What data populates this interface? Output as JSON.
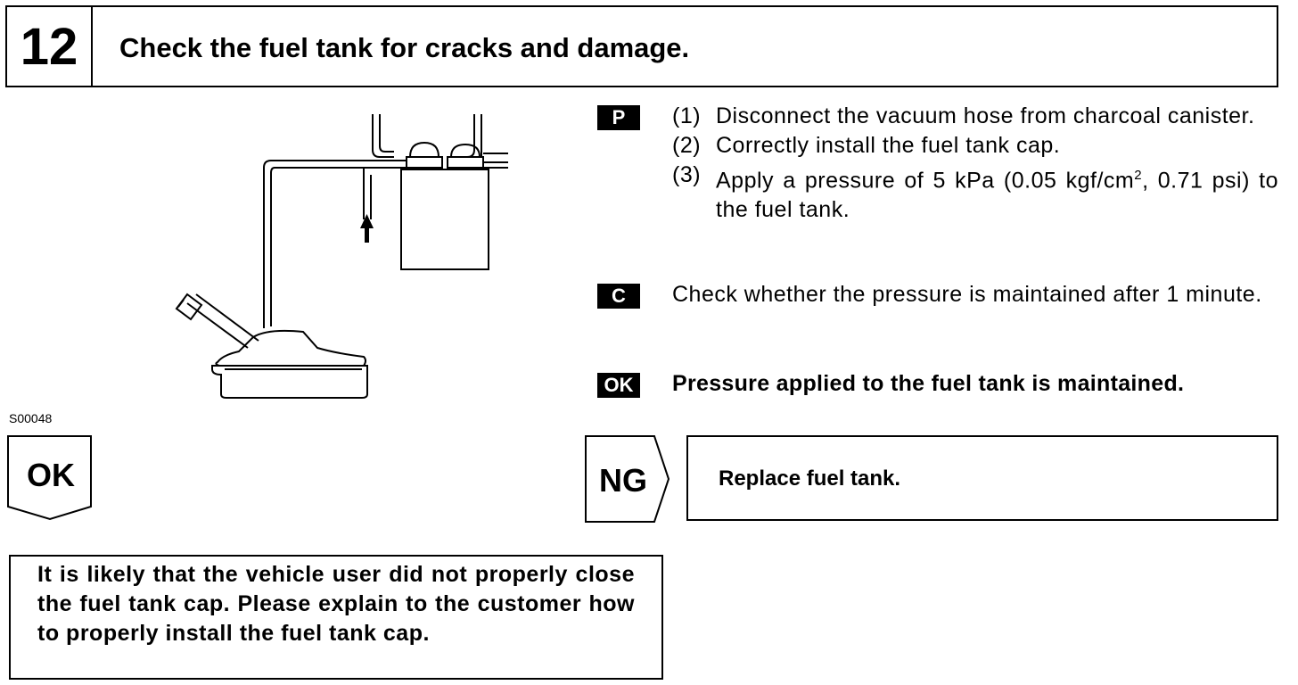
{
  "header": {
    "step_number": "12",
    "title": "Check the fuel tank for cracks and damage."
  },
  "figure": {
    "code": "S00048"
  },
  "tags": {
    "prepare": "P",
    "check": "C",
    "ok": "OK"
  },
  "procedure": [
    {
      "num": "(1)",
      "text": "Disconnect the vacuum hose from charcoal canister."
    },
    {
      "num": "(2)",
      "text": "Correctly install the fuel tank cap."
    },
    {
      "num": "(3)",
      "text_before": "Apply a pressure of 5 kPa (0.05 kgf/cm",
      "sup": "2",
      "text_after": ", 0.71 psi) to the fuel tank."
    }
  ],
  "check_text": "Check whether the pressure is maintained after 1 minute.",
  "ok_text": "Pressure applied to the fuel tank is maintained.",
  "ok_label": "OK",
  "ng_label": "NG",
  "ng_action": "Replace fuel tank.",
  "note": "It is likely that the vehicle user did not properly close the fuel tank cap. Please explain to the customer how to properly install the fuel tank cap."
}
